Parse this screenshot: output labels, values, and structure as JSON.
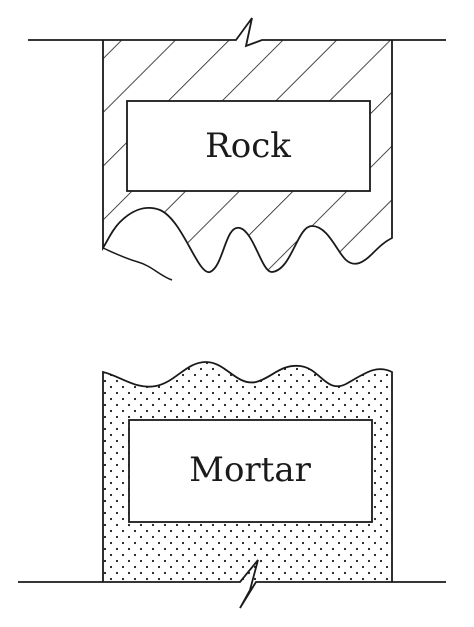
{
  "diagram": {
    "rock_block": {
      "label": "Rock",
      "fill_pattern": "diagonal-hatch"
    },
    "mortar_block": {
      "label": "Mortar",
      "fill_pattern": "dots"
    },
    "colors": {
      "stroke": "#1a1a1a",
      "background": "#ffffff"
    }
  }
}
